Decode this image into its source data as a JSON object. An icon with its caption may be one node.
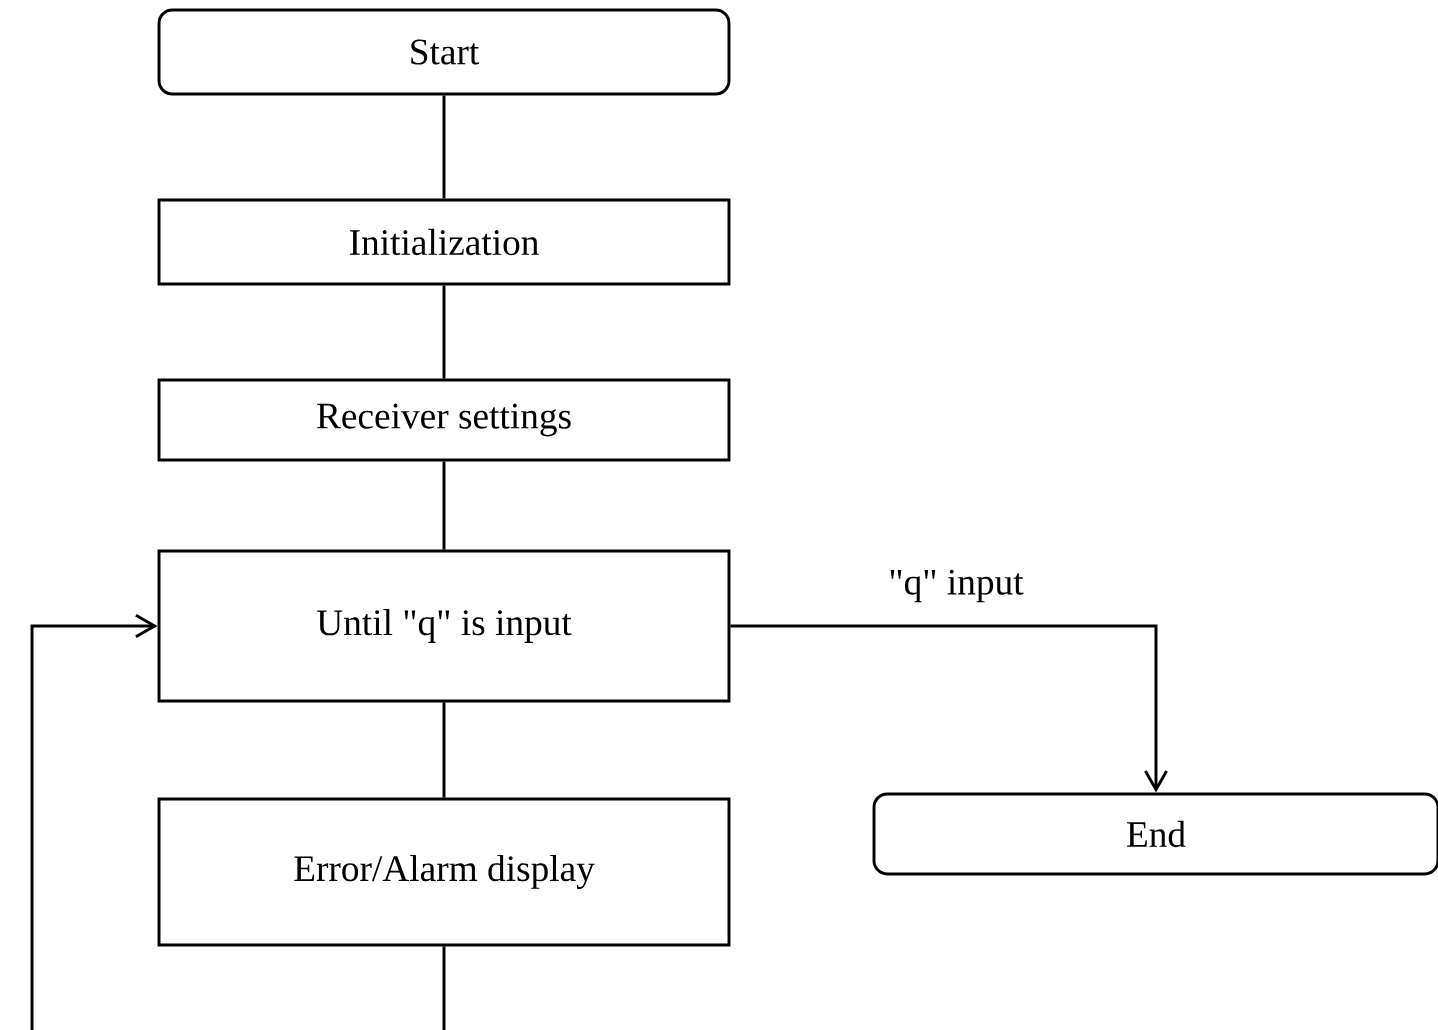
{
  "diagram": {
    "nodes": [
      {
        "text": [
          "Start"
        ]
      },
      {
        "text": [
          "Initialization"
        ]
      },
      {
        "text": [
          "Receiver settings"
        ]
      },
      {
        "text": [
          "Until \"q\" is input"
        ]
      },
      {
        "text": [
          "Error/Alarm display"
        ]
      },
      {
        "text": [
          "End"
        ]
      }
    ],
    "edges": [
      {
        "from": 0,
        "to": 1,
        "arrow": "none"
      },
      {
        "from": 1,
        "to": 2,
        "arrow": "none"
      },
      {
        "from": 2,
        "to": 3,
        "arrow": "none"
      },
      {
        "from": 3,
        "to": 4,
        "arrow": "none"
      },
      {
        "from": 3,
        "to": 5,
        "arrow": "to",
        "label": "\"q\" input"
      },
      {
        "from": 4,
        "to": 3,
        "arrow": "to"
      }
    ]
  }
}
